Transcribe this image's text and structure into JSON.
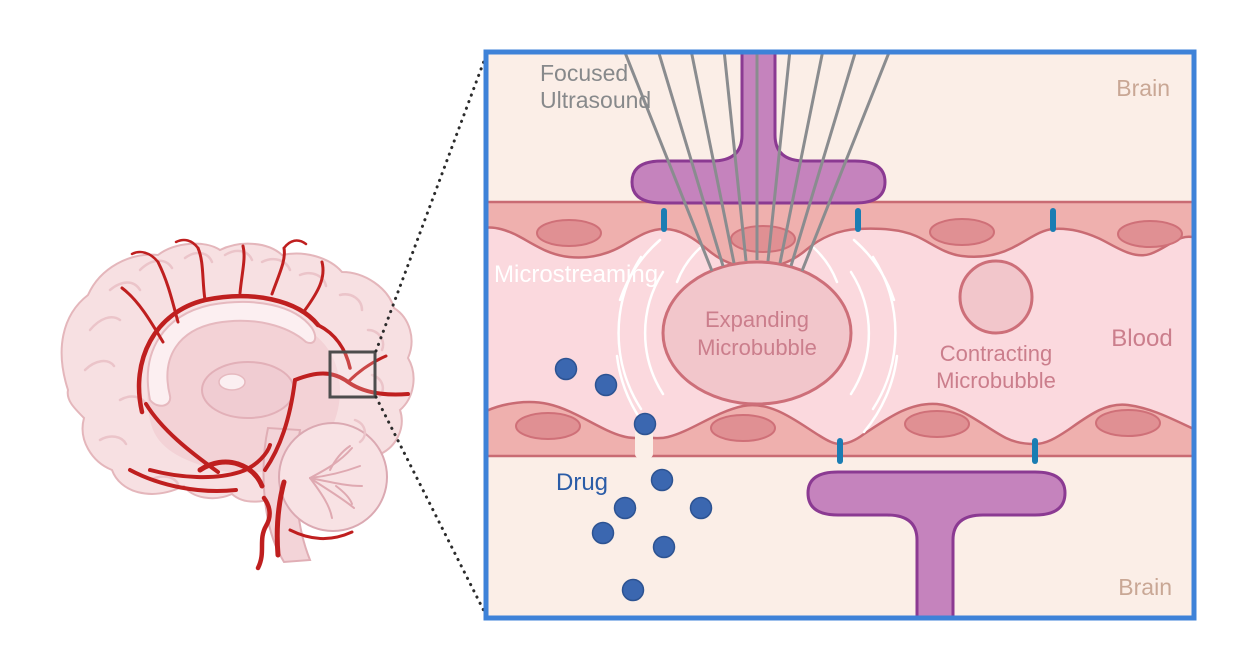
{
  "figure": {
    "panel": {
      "labels": {
        "focused_ultrasound": [
          "Focused",
          "Ultrasound"
        ],
        "brain_top": "Brain",
        "microstreaming": "Microstreaming",
        "expanding_microbubble": [
          "Expanding",
          "Microbubble"
        ],
        "contracting_microbubble": [
          "Contracting",
          "Microbubble"
        ],
        "blood": "Blood",
        "drug": "Drug",
        "brain_bottom": "Brain"
      }
    }
  },
  "colors": {
    "panel_border": "#3e82d8",
    "brain_tissue": "#fbeee7",
    "blood": "#fbd9de",
    "vessel_wall": "#efb0ae",
    "wall_outline": "#c96b73",
    "nucleus": "#e09093",
    "nucleus_outline": "#cf7078",
    "bubble_fill": "#f2c6cb",
    "bubble_outline": "#cd6f79",
    "astrocyte_fill": "#c583bd",
    "astrocyte_outline": "#8b3a92",
    "tight_junction": "#1a7db3",
    "drug_dot": "#3b67b0",
    "drug_outline": "#2d5392",
    "beam": "#8a8c8f",
    "label_gray": "#87898b",
    "label_tan": "#c9a795",
    "label_rose": "#cb7e8c",
    "label_blue": "#2b5ca7",
    "brain_cortex": "#f7e0e2",
    "artery": "#bf1f1f"
  }
}
